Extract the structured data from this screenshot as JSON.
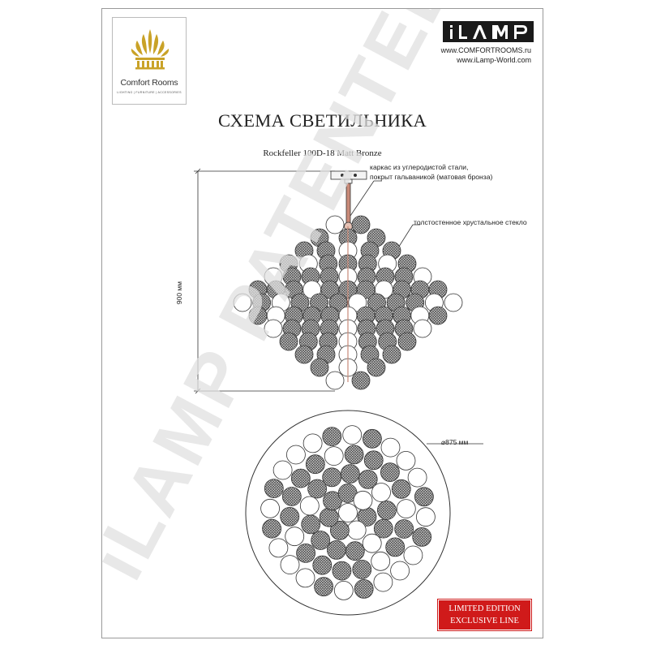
{
  "brand": {
    "logo_name": "Comfort Rooms",
    "logo_tagline": "LIGHTING | FURNITURE | ACCESSORIES",
    "wordmark": "iLAMP"
  },
  "sites": [
    "www.COMFORTROOMS.ru",
    "www.iLamp-World.com"
  ],
  "title": "СХЕМА СВЕТИЛЬНИКА",
  "model": "Rockfeller 100D-18 Matt Bronze",
  "annotations": {
    "frame_line1": "каркас из углеродистой стали,",
    "frame_line2": "покрыт гальваникой (матовая бронза)",
    "glass": "толстостенное хрустальное стекло"
  },
  "dimensions": {
    "height": "900 мм",
    "diameter": "⌀875 мм"
  },
  "watermark": "iLAMP PATENTED",
  "badge": {
    "line1": "LIMITED EDITION",
    "line2": "EXCLUSIVE LINE"
  },
  "colors": {
    "accent_gold": "#c9a227",
    "badge_red": "#d01a1a",
    "rod_bronze": "#c98a78",
    "line": "#333333"
  }
}
